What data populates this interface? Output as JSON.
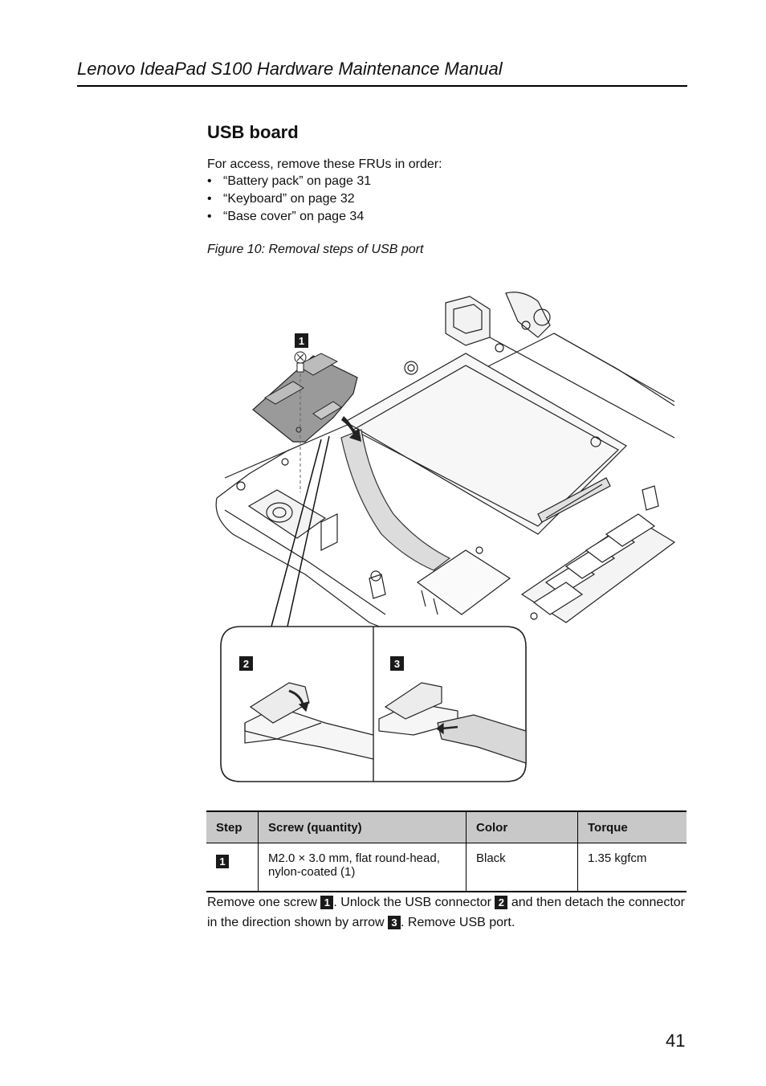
{
  "header": {
    "title": "Lenovo IdeaPad S100 Hardware Maintenance Manual"
  },
  "section": {
    "title": "USB board"
  },
  "intro": "For access, remove these FRUs in order:",
  "frus": [
    {
      "bullet": "•",
      "text": "“Battery pack” on page 31"
    },
    {
      "bullet": "•",
      "text": "“Keyboard” on page 32"
    },
    {
      "bullet": "•",
      "text": "“Base cover” on page 34"
    }
  ],
  "figure": {
    "caption": "Figure 10: Removal steps of USB port",
    "callouts": [
      "1",
      "2",
      "3"
    ]
  },
  "table": {
    "headers": [
      "Step",
      "Screw (quantity)",
      "Color",
      "Torque"
    ],
    "rows": [
      {
        "step": "1",
        "screw_line1": "M2.0 × 3.0 mm, flat round-head,",
        "screw_line2": "nylon-coated (1)",
        "color": "Black",
        "torque": "1.35 kgfcm"
      }
    ]
  },
  "instructions": {
    "p1": "Remove one screw ",
    "b1": "1",
    "p2": ". Unlock the USB connector ",
    "b2": "2",
    "p3": " and then detach the connector in the direction shown by arrow ",
    "b3": "3",
    "p4": ". Remove USB port."
  },
  "page_number": "41"
}
